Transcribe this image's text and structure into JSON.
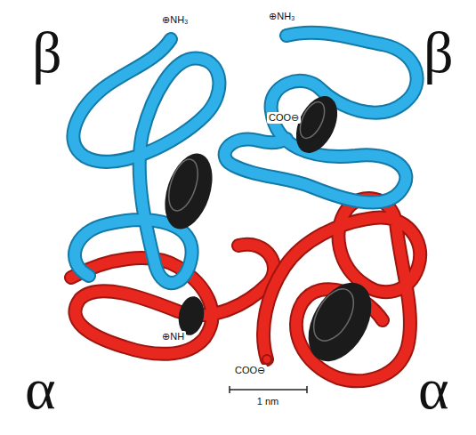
{
  "diagram": {
    "labels": [
      "β",
      "β",
      "α",
      "α",
      "⊕NH₃",
      "⊕NH₃",
      "COO⊖",
      "⊕NH",
      "COO⊖",
      "1 nm"
    ]
  }
}
